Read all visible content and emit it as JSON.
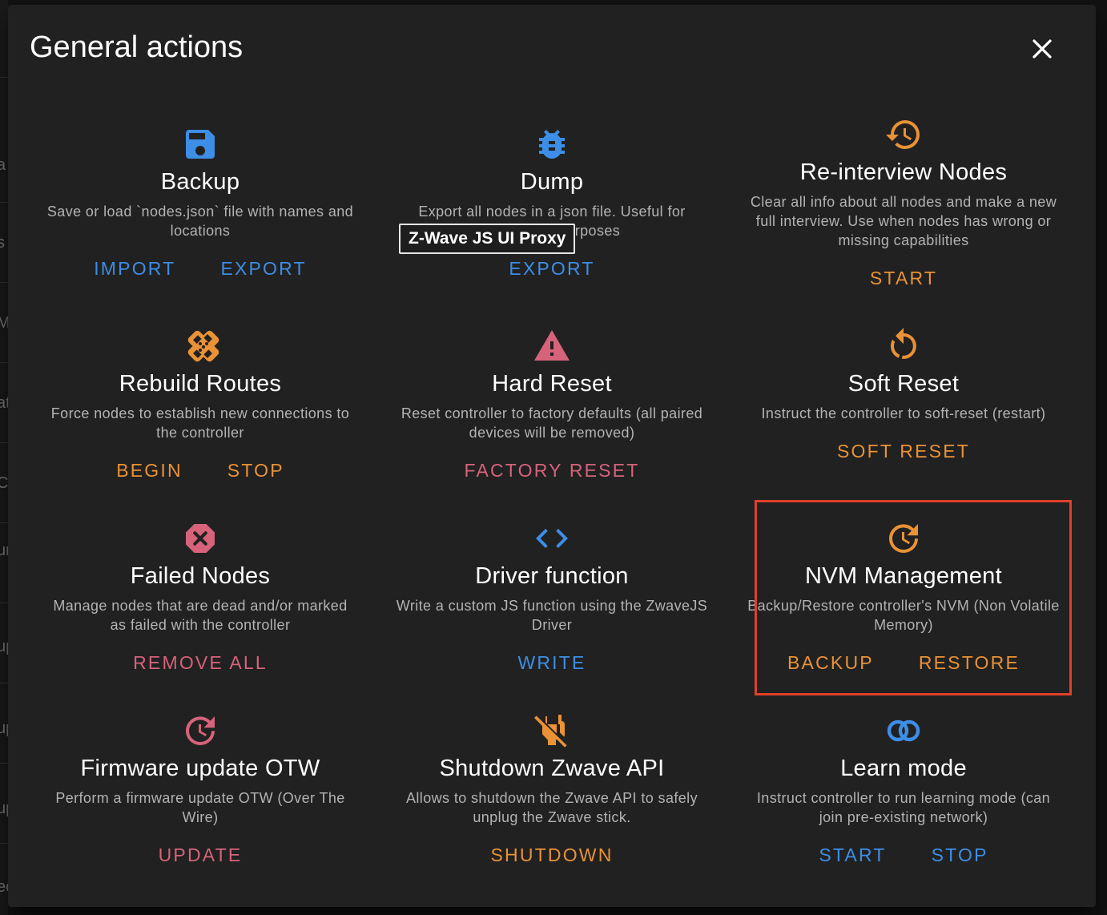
{
  "dialog": {
    "title": "General actions",
    "tooltip": "Z-Wave JS UI Proxy"
  },
  "colors": {
    "blue": "#3d8ee6",
    "orange": "#ea9236",
    "red": "#d6637a",
    "highlight": "#e0402a",
    "dialog_bg": "#212121"
  },
  "background_fragments": [
    "a",
    "s",
    "M",
    "at",
    "Co",
    "ur",
    "up",
    "up",
    "up",
    "ec"
  ],
  "cards": [
    {
      "icon": "floppy-disk-icon",
      "title": "Backup",
      "desc": "Save or load `nodes.json` file with names and locations",
      "actions": [
        "IMPORT",
        "EXPORT"
      ],
      "color": "blue"
    },
    {
      "icon": "bug-icon",
      "title": "Dump",
      "desc": "Export all nodes in a json file. Useful for debugging purposes",
      "actions": [
        "EXPORT"
      ],
      "color": "blue"
    },
    {
      "icon": "history-icon",
      "title": "Re-interview Nodes",
      "desc": "Clear all info about all nodes and make a new full interview. Use when nodes has wrong or missing capabilities",
      "actions": [
        "START"
      ],
      "color": "orange"
    },
    {
      "icon": "bandage-icon",
      "title": "Rebuild Routes",
      "desc": "Force nodes to establish new connections to the controller",
      "actions": [
        "BEGIN",
        "STOP"
      ],
      "color": "orange"
    },
    {
      "icon": "warning-icon",
      "title": "Hard Reset",
      "desc": "Reset controller to factory defaults (all paired devices will be removed)",
      "actions": [
        "FACTORY RESET"
      ],
      "color": "red"
    },
    {
      "icon": "refresh-icon",
      "title": "Soft Reset",
      "desc": "Instruct the controller to soft-reset (restart)",
      "actions": [
        "SOFT RESET"
      ],
      "color": "orange"
    },
    {
      "icon": "close-octagon-icon",
      "title": "Failed Nodes",
      "desc": "Manage nodes that are dead and/or marked as failed with the controller",
      "actions": [
        "REMOVE ALL"
      ],
      "color": "red"
    },
    {
      "icon": "code-icon",
      "title": "Driver function",
      "desc": "Write a custom JS function using the ZwaveJS Driver",
      "actions": [
        "WRITE"
      ],
      "color": "blue"
    },
    {
      "icon": "update-icon",
      "title": "NVM Management",
      "desc": "Backup/Restore controller's NVM (Non Volatile Memory)",
      "actions": [
        "BACKUP",
        "RESTORE"
      ],
      "color": "orange"
    },
    {
      "icon": "update-icon",
      "title": "Firmware update OTW",
      "desc": "Perform a firmware update OTW (Over The Wire)",
      "actions": [
        "UPDATE"
      ],
      "color": "red"
    },
    {
      "icon": "power-plug-off-icon",
      "title": "Shutdown Zwave API",
      "desc": "Allows to shutdown the Zwave API to safely unplug the Zwave stick.",
      "actions": [
        "SHUTDOWN"
      ],
      "color": "orange"
    },
    {
      "icon": "link-rings-icon",
      "title": "Learn mode",
      "desc": "Instruct controller to run learning mode (can join pre-existing network)",
      "actions": [
        "START",
        "STOP"
      ],
      "color": "blue"
    }
  ]
}
